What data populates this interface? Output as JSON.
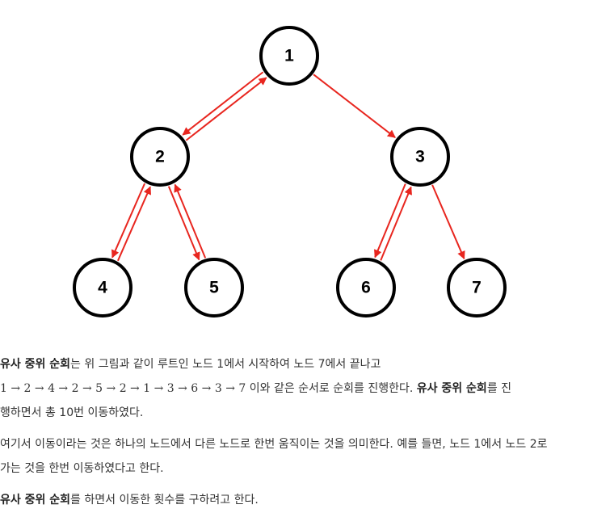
{
  "tree": {
    "nodes": [
      {
        "id": "1"
      },
      {
        "id": "2"
      },
      {
        "id": "3"
      },
      {
        "id": "4"
      },
      {
        "id": "5"
      },
      {
        "id": "6"
      },
      {
        "id": "7"
      }
    ],
    "edges": [
      {
        "from": "1",
        "to": "2"
      },
      {
        "from": "2",
        "to": "1"
      },
      {
        "from": "1",
        "to": "3"
      },
      {
        "from": "2",
        "to": "4"
      },
      {
        "from": "4",
        "to": "2"
      },
      {
        "from": "2",
        "to": "5"
      },
      {
        "from": "5",
        "to": "2"
      },
      {
        "from": "3",
        "to": "6"
      },
      {
        "from": "6",
        "to": "3"
      },
      {
        "from": "3",
        "to": "7"
      }
    ],
    "arrow_color": "#e8261f"
  },
  "text": {
    "p1_bold": "유사 중위 순회",
    "p1_rest": "는 위 그림과 같이 루트인 노드 1에서 시작하여 노드 7에서 끝나고",
    "p2_sequence": "1 → 2 → 4 → 2 → 5 → 2 → 1 → 3 → 6 → 3 → 7",
    "p2_rest": " 이와 같은 순서로 순회를 진행한다. ",
    "p2_bold": "유사 중위 순회",
    "p2_tail": "를 진",
    "p3": "행하면서 총 10번 이동하였다.",
    "p4": "여기서 이동이라는 것은 하나의 노드에서 다른 노드로 한번 움직이는 것을 의미한다. 예를 들면, 노드 1에서 노드 2로",
    "p5": "가는 것을 한번 이동하였다고 한다.",
    "p6_bold": "유사 중위 순회",
    "p6_rest": "를 하면서 이동한 횟수를 구하려고 한다."
  }
}
